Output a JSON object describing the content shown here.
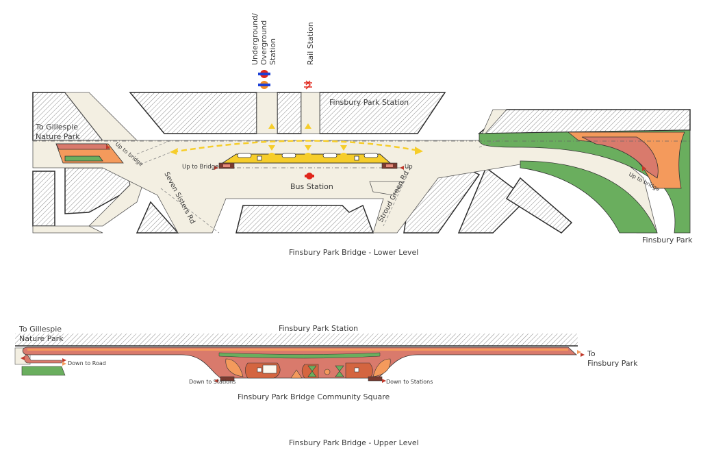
{
  "colors": {
    "pavement": "#f3efe2",
    "hatch": "#9a9a9a",
    "building_edge": "#2b2b2b",
    "green": "#6aae5e",
    "salmon": "#d97a6c",
    "orange": "#f49a5c",
    "yellow": "#f6cd2a",
    "arrow_red": "#c0392b",
    "text": "#3a3a3a"
  },
  "lower_level": {
    "caption": "Finsbury Park Bridge - Lower Level",
    "labels": {
      "underground": [
        "Underground/",
        "Overground",
        "Station"
      ],
      "rail": "Rail Station",
      "station": "Finsbury Park Station",
      "gillespie": [
        "To Gillespie",
        "Nature Park"
      ],
      "up_to_bridge_left": "Up to bridge",
      "up_to_bridge": "Up to Bridge",
      "up": "Up",
      "bus_station": "Bus Station",
      "seven_sisters": "Seven Sisters Rd",
      "stroud_green": "Stroud Green Rd",
      "up_to_bridge_right": "Up to bridge",
      "finsbury_park": "Finsbury Park"
    },
    "icons": [
      "underground-roundel-icon",
      "overground-roundel-icon",
      "national-rail-icon",
      "bus-roundel-icon"
    ]
  },
  "upper_level": {
    "caption": "Finsbury Park Bridge - Upper Level",
    "labels": {
      "gillespie": [
        "To Gillespie",
        "Nature Park"
      ],
      "station": "Finsbury Park Station",
      "down_to_road": "Down to Road",
      "down_to_stations_left": "Down to Stations",
      "down_to_stations_right": "Down to Stations",
      "to_finsbury_park": [
        "To",
        "Finsbury Park"
      ],
      "community_square": "Finsbury Park Bridge Community Square"
    }
  }
}
